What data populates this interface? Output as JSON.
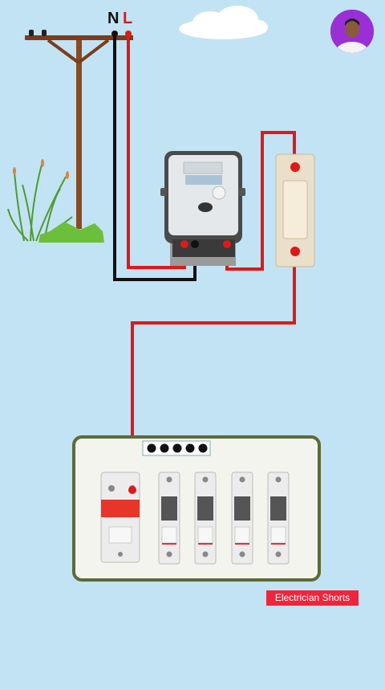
{
  "wire_labels": {
    "neutral": "N",
    "live": "L"
  },
  "watermark": "Electrician Shorts",
  "panel": {
    "mcb_count": 5,
    "indicator_dots": 5
  },
  "colors": {
    "live": "#e01818",
    "neutral": "#111111",
    "background": "#c2e3f3",
    "panel_border": "#5c6b3a"
  },
  "icons": {
    "avatar": "person-avatar-icon",
    "cloud": "cloud-icon",
    "pole": "utility-pole-icon",
    "grass": "grass-icon"
  }
}
